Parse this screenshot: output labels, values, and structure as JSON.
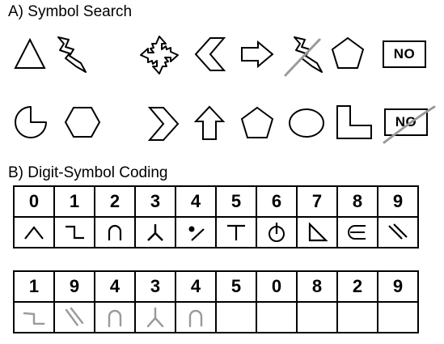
{
  "symbol_search": {
    "title": "A) Symbol Search",
    "no_label": "NO",
    "row1": {
      "targets": [
        "triangle-icon",
        "lightning-bolt-icon"
      ],
      "search": [
        "crossed-arrows-diamond-icon",
        "chevron-left-icon",
        "right-arrow-icon",
        "lightning-bolt-icon",
        "pentagon-icon"
      ],
      "marked": "lightning-bolt-icon"
    },
    "row2": {
      "targets": [
        "pac-circle-icon",
        "hexagon-icon"
      ],
      "search": [
        "chevron-right-icon",
        "up-arrow-icon",
        "pentagon-icon",
        "ellipse-icon",
        "l-shape-icon"
      ],
      "marked": "no-box"
    }
  },
  "digit_symbol": {
    "title": "B) Digit-Symbol Coding",
    "key_digits": [
      "0",
      "1",
      "2",
      "3",
      "4",
      "5",
      "6",
      "7",
      "8",
      "9"
    ],
    "key_symbols": [
      "caret-icon",
      "step-icon",
      "arch-icon",
      "y-shape-icon",
      "dot-slash-icon",
      "t-bar-icon",
      "circle-stem-icon",
      "triangle-corner-icon",
      "element-of-icon",
      "double-slash-icon"
    ],
    "test_digits": [
      "1",
      "9",
      "4",
      "3",
      "4",
      "5",
      "0",
      "8",
      "2",
      "9"
    ],
    "test_responses": [
      "step-icon",
      "double-slash-icon",
      "arch-icon",
      "y-shape-icon",
      "arch-icon",
      "",
      "",
      "",
      "",
      ""
    ]
  }
}
